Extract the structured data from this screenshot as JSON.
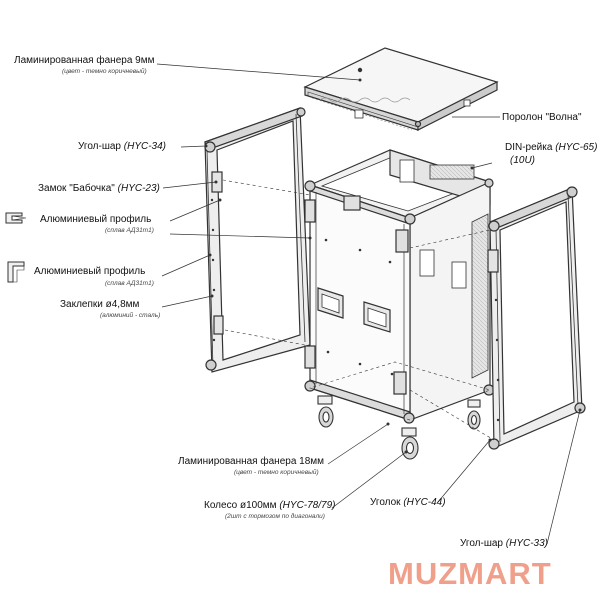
{
  "labels": {
    "plywood_9mm": {
      "text": "Ламинированная фанера 9мм",
      "sub": "(цвет - темно коричневый)"
    },
    "foam": {
      "text": "Поролон \"Волна\""
    },
    "ball_corner_left": {
      "text": "Угол-шар ",
      "code": "(HYC-34)"
    },
    "din_rail": {
      "text": "DIN-рейка ",
      "code": "(HYC-65)",
      "line2": "(10U)"
    },
    "butterfly_lock": {
      "text": "Замок \"Бабочка\" ",
      "code": "(HYC-23)"
    },
    "alu_profile_1": {
      "text": "Алюминиевый профиль",
      "sub": "(сплав АД31т1)"
    },
    "alu_profile_2": {
      "text": "Алюминиевый профиль",
      "sub": "(сплав АД31т1)"
    },
    "rivets": {
      "text": "Заклепки  ø4,8мм",
      "sub": "(алюминий - сталь)"
    },
    "plywood_18mm": {
      "text": "Ламинированная фанера 18мм",
      "sub": "(цвет - темно коричневый)"
    },
    "wheel": {
      "text": "Колесо ø100мм ",
      "code": "(HYC-78/79)",
      "sub": "(2шт с тормозом по диагонали)"
    },
    "corner": {
      "text": "Уголок ",
      "code": "(HYC-44)"
    },
    "ball_corner_right": {
      "text": "Угол-шар ",
      "code": "(HYC-33)"
    }
  },
  "brand": {
    "text": "MUZMART",
    "color": "#f0a08a"
  },
  "colors": {
    "line": "#333333",
    "fill_light": "#f4f4f4",
    "fill_mid": "#dcdcdc",
    "accent": "#f0a08a"
  }
}
